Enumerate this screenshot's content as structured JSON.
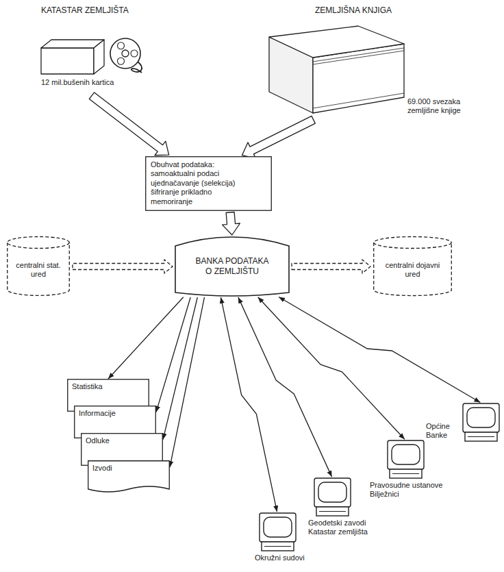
{
  "diagram": {
    "nodes": [
      {
        "text": [
          "KATASTAR ZEMLJIŠTA",
          "12 mil.bušenih kartica"
        ]
      },
      {
        "text": [
          "ZEMLJIŠNA KNJIGA",
          "69.000 svezaka zemljišne knjige"
        ]
      },
      {
        "text": [
          "Obuhvat podataka: samoaktualni podaci ujednačavanje (selekcija) šifriranje prikladno memoriranje"
        ]
      },
      {
        "text": [
          "centralni stat. ured"
        ]
      },
      {
        "text": [
          "BANKA PODATAKA O ZEMLJIŠTU"
        ]
      },
      {
        "text": [
          "centralni dojavni ured"
        ]
      },
      {
        "text": [
          "Statistika"
        ]
      },
      {
        "text": [
          "Informacije"
        ]
      },
      {
        "text": [
          "Odluke"
        ]
      },
      {
        "text": [
          "Izvodi"
        ]
      },
      {
        "text": [
          "Okružni sudovi"
        ]
      },
      {
        "text": [
          "Geodetski zavodi Katastar zemljišta"
        ]
      },
      {
        "text": [
          "Pravosudne ustanove Bilježnici"
        ]
      },
      {
        "text": [
          "Općine Banke"
        ]
      }
    ],
    "edges": [
      {
        "from": 0,
        "to": 2,
        "arrow": "to"
      },
      {
        "from": 1,
        "to": 2,
        "arrow": "to"
      },
      {
        "from": 2,
        "to": 4,
        "arrow": "to"
      },
      {
        "from": 3,
        "to": 4,
        "arrow": "to"
      },
      {
        "from": 4,
        "to": 5,
        "arrow": "to"
      },
      {
        "from": 4,
        "to": 6,
        "arrow": "to"
      },
      {
        "from": 4,
        "to": 7,
        "arrow": "to"
      },
      {
        "from": 4,
        "to": 8,
        "arrow": "to"
      },
      {
        "from": 4,
        "to": 9,
        "arrow": "to"
      },
      {
        "from": 4,
        "to": 10,
        "arrow": "both"
      },
      {
        "from": 4,
        "to": 11,
        "arrow": "both"
      },
      {
        "from": 4,
        "to": 12,
        "arrow": "both"
      },
      {
        "from": 4,
        "to": 13,
        "arrow": "both"
      }
    ]
  }
}
